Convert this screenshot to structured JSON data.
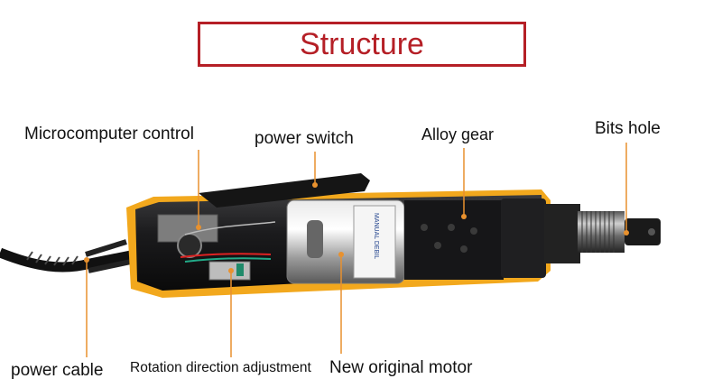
{
  "title": "Structure",
  "labels": {
    "microcomputer_control": "Microcomputer control",
    "power_switch": "power switch",
    "alloy_gear": "Alloy gear",
    "bits_hole": "Bits hole",
    "power_cable": "power cable",
    "rotation_direction_adjustment": "Rotation direction adjustment",
    "new_original_motor": "New original motor"
  },
  "motor_label": {
    "brand": "MANUAL DEBIL"
  },
  "colors": {
    "title": "#b51f26",
    "leader_line": "#e8912e",
    "housing": "#f2a81d",
    "body": "#1c1c1e"
  }
}
